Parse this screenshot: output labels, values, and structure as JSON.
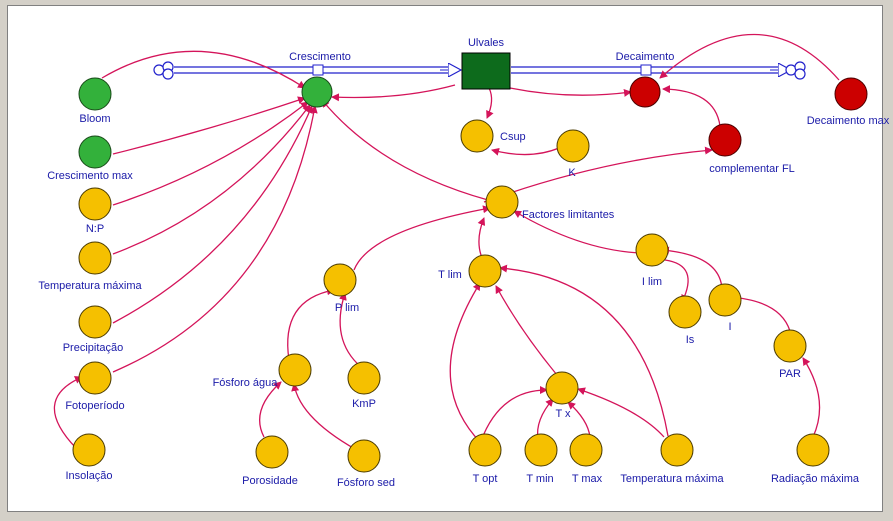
{
  "colors": {
    "arrow": "#d4145a",
    "flow": "#2222cc",
    "label": "#1a1aa8",
    "converter_fill": "#f5c000",
    "green_fill": "#33b13b",
    "red_fill": "#cc0000",
    "stock_fill": "#0d6b1c"
  },
  "nodes": {
    "ulvales": "Ulvales",
    "crescimento": "Crescimento",
    "decaimento": "Decaimento",
    "bloom": "Bloom",
    "crescimento_max": "Crescimento max",
    "np": "N:P",
    "temperatura_maxima_left": "Temperatura máxima",
    "precipitacao": "Precipitação",
    "fotoperiodo": "Fotoperíodo",
    "insolacao": "Insolação",
    "csup": "Csup",
    "k": "K",
    "complementar_fl": "complementar FL",
    "decaimento_max": "Decaimento max",
    "factores_limitantes": "Factores limitantes",
    "p_lim": "P lim",
    "fosforo_agua": "Fósforo água",
    "kmp": "KmP",
    "porosidade": "Porosidade",
    "fosforo_sed": "Fósforo sed",
    "t_lim": "T lim",
    "tx": "T x",
    "t_opt": "T opt",
    "t_min": "T min",
    "t_max": "T max",
    "temperatura_maxima_right": "Temperatura máxima",
    "i_lim": "I lim",
    "is": "Is",
    "i": "I",
    "par": "PAR",
    "radiacao_maxima": "Radiação máxima"
  },
  "icons": {
    "cloud_source": "cloud-icon",
    "cloud_sink": "cloud-icon"
  }
}
